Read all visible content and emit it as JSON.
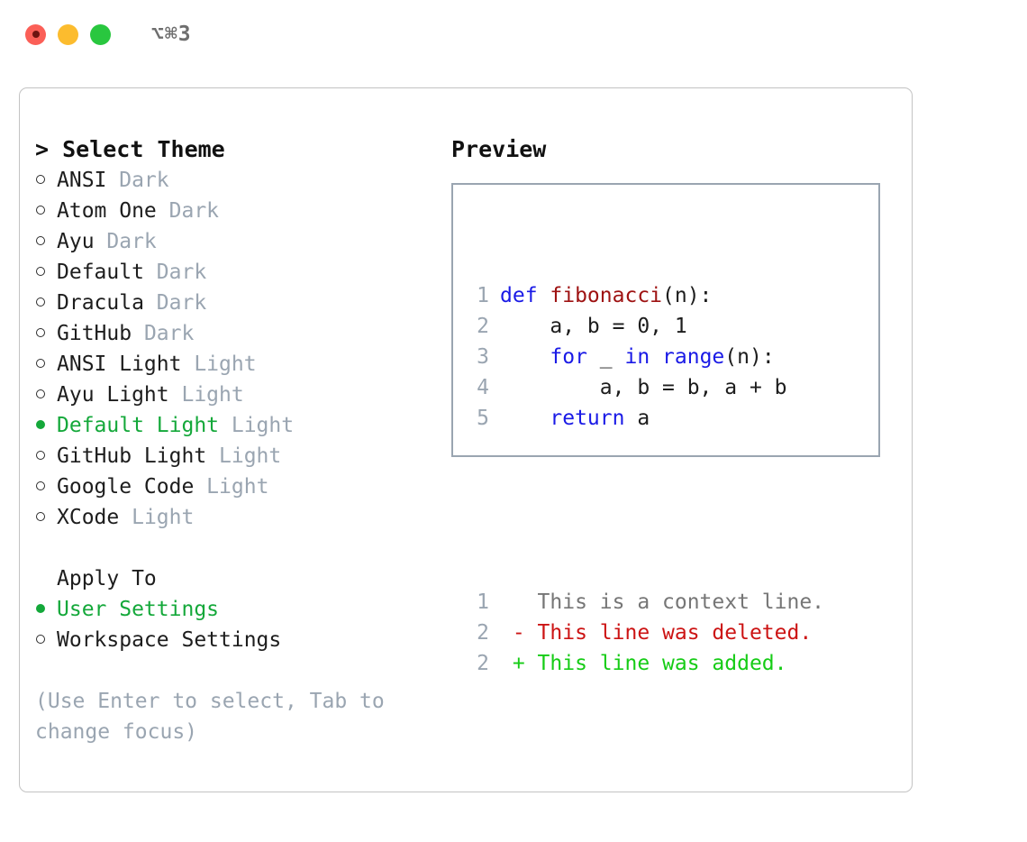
{
  "window": {
    "title": "⌥⌘3",
    "controls": [
      {
        "name": "close",
        "color": "#fb5f57"
      },
      {
        "name": "minimize",
        "color": "#fcbc2e"
      },
      {
        "name": "maximize",
        "color": "#29c73f"
      }
    ]
  },
  "theme_picker": {
    "heading": "> Select Theme",
    "items": [
      {
        "marker": "o",
        "label": "ANSI",
        "tag": "Dark",
        "selected": false
      },
      {
        "marker": "o",
        "label": "Atom One",
        "tag": "Dark",
        "selected": false
      },
      {
        "marker": "o",
        "label": "Ayu",
        "tag": "Dark",
        "selected": false
      },
      {
        "marker": "o",
        "label": "Default",
        "tag": "Dark",
        "selected": false
      },
      {
        "marker": "o",
        "label": "Dracula",
        "tag": "Dark",
        "selected": false
      },
      {
        "marker": "o",
        "label": "GitHub",
        "tag": "Dark",
        "selected": false
      },
      {
        "marker": "o",
        "label": "ANSI Light",
        "tag": "Light",
        "selected": false
      },
      {
        "marker": "o",
        "label": "Ayu Light",
        "tag": "Light",
        "selected": false
      },
      {
        "marker": "●",
        "label": "Default Light",
        "tag": "Light",
        "selected": true
      },
      {
        "marker": "o",
        "label": "GitHub Light",
        "tag": "Light",
        "selected": false
      },
      {
        "marker": "o",
        "label": "Google Code",
        "tag": "Light",
        "selected": false
      },
      {
        "marker": "o",
        "label": "XCode",
        "tag": "Light",
        "selected": false
      }
    ]
  },
  "apply_to": {
    "heading": "Apply To",
    "items": [
      {
        "marker": "●",
        "label": "User Settings",
        "selected": true
      },
      {
        "marker": "o",
        "label": "Workspace Settings",
        "selected": false
      }
    ]
  },
  "hint": "(Use Enter to select, Tab to\nchange focus)",
  "preview": {
    "title": "Preview",
    "code_lines": [
      {
        "no": "1",
        "segments": [
          {
            "text": "def ",
            "kind": "kw"
          },
          {
            "text": "fibonacci",
            "kind": "fn"
          },
          {
            "text": "(n):",
            "kind": "plain"
          }
        ]
      },
      {
        "no": "2",
        "segments": [
          {
            "text": "    a, b = 0, 1",
            "kind": "plain"
          }
        ]
      },
      {
        "no": "3",
        "segments": [
          {
            "text": "    ",
            "kind": "plain"
          },
          {
            "text": "for",
            "kind": "kw"
          },
          {
            "text": " _ ",
            "kind": "plain"
          },
          {
            "text": "in",
            "kind": "kw"
          },
          {
            "text": " ",
            "kind": "plain"
          },
          {
            "text": "range",
            "kind": "kw"
          },
          {
            "text": "(n):",
            "kind": "plain"
          }
        ]
      },
      {
        "no": "4",
        "segments": [
          {
            "text": "        a, b = b, a + b",
            "kind": "plain"
          }
        ]
      },
      {
        "no": "5",
        "segments": [
          {
            "text": "    ",
            "kind": "plain"
          },
          {
            "text": "return",
            "kind": "kw"
          },
          {
            "text": " a",
            "kind": "plain"
          }
        ]
      }
    ],
    "diff_lines": [
      {
        "no": "1",
        "prefix": "  ",
        "text": "This is a context line.",
        "kind": "ctx"
      },
      {
        "no": "2",
        "prefix": "- ",
        "text": "This line was deleted.",
        "kind": "del"
      },
      {
        "no": "2",
        "prefix": "+ ",
        "text": "This line was added.",
        "kind": "add"
      }
    ]
  },
  "colors": {
    "selected_green": "#14a83a",
    "tag_gray": "#9aa5b1",
    "keyword_blue": "#1a1ae6",
    "function_red": "#9e1212",
    "diff_delete": "#cc1414",
    "diff_add": "#16cc16",
    "panel_border": "#c3c3c3",
    "preview_border": "#9aa5b1"
  }
}
